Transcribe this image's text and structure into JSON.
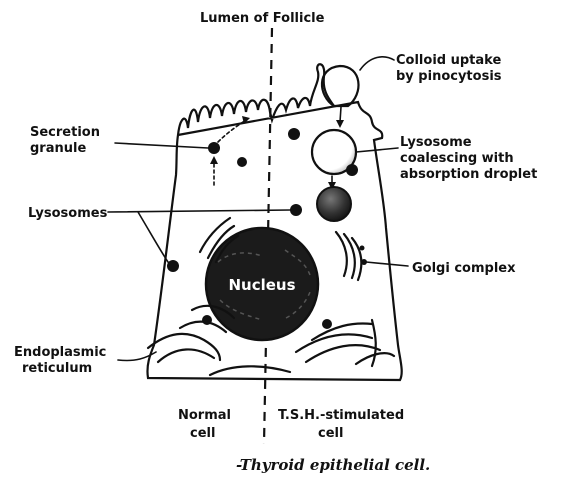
{
  "labels": {
    "lumen": "Lumen of Follicle",
    "colloid_1": "Colloid uptake",
    "colloid_2": "by pinocytosis",
    "secretion_1": "Secretion",
    "secretion_2": "granule",
    "lysosome_coalescing_1": "Lysosome",
    "lysosome_coalescing_2": "coalescing with",
    "lysosome_coalescing_3": "absorption droplet",
    "lysosomes": "Lysosomes",
    "golgi": "Golgi complex",
    "nucleus": "Nucleus",
    "er_1": "Endoplasmic",
    "er_2": "reticulum",
    "normal_1": "Normal",
    "normal_2": "cell",
    "tsh_1": "T.S.H.-stimulated",
    "tsh_2": "cell"
  },
  "caption": "-Thyroid epithelial cell."
}
